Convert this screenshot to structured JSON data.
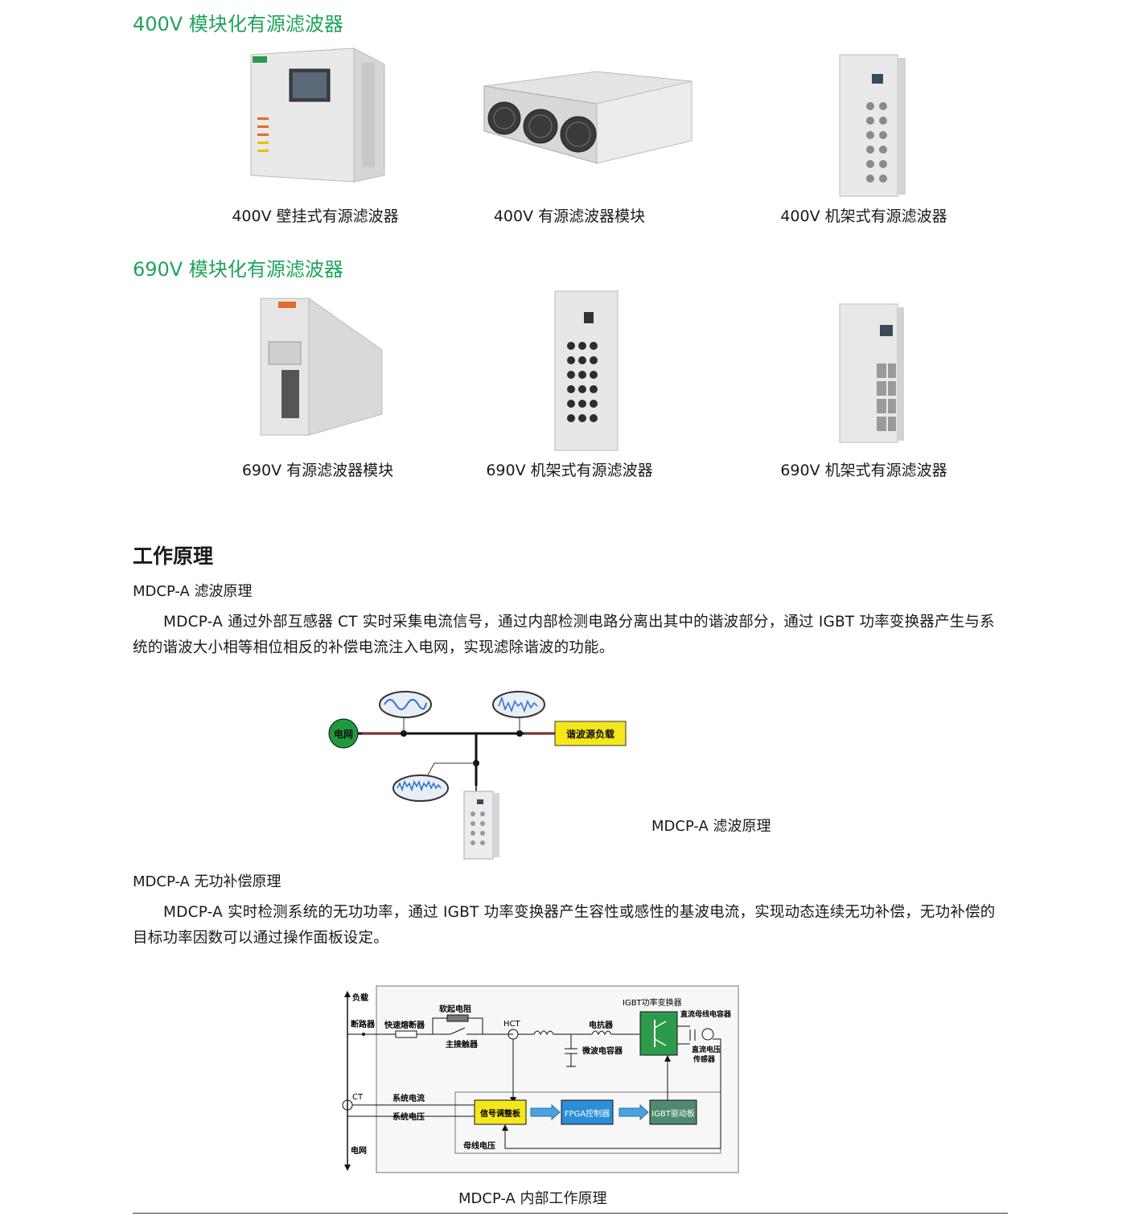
{
  "sections": {
    "v400_title": "400V 模块化有源滤波器",
    "v690_title": "690V 模块化有源滤波器"
  },
  "products_400": [
    {
      "caption": "400V 壁挂式有源滤波器"
    },
    {
      "caption": "400V 有源滤波器模块"
    },
    {
      "caption": "400V 机架式有源滤波器"
    }
  ],
  "products_690": [
    {
      "caption": "690V 有源滤波器模块"
    },
    {
      "caption": "690V 机架式有源滤波器"
    },
    {
      "caption": "690V 机架式有源滤波器"
    }
  ],
  "principle": {
    "heading": "工作原理",
    "filter_sub": "MDCP-A 滤波原理",
    "filter_text": "MDCP-A 通过外部互感器 CT 实时采集电流信号，通过内部检测电路分离出其中的谐波部分，通过 IGBT 功率变换器产生与系统的谐波大小相等相位相反的补偿电流注入电网，实现滤除谐波的功能。",
    "filter_diagram": {
      "grid": "电网",
      "load": "谐波源负载",
      "caption": "MDCP-A 滤波原理"
    },
    "reactive_sub": "MDCP-A 无功补偿原理",
    "reactive_text": "MDCP-A 实时检测系统的无功功率，通过 IGBT 功率变换器产生容性或感性的基波电流，实现动态连续无功补偿，无功补偿的目标功率因数可以通过操作面板设定。",
    "internal_diagram": {
      "load": "负载",
      "breaker": "断路器",
      "fuse": "快速熔断器",
      "soft_resistor": "软起电阻",
      "contactor": "主接触器",
      "hct": "HCT",
      "reactor": "电抗器",
      "micro_cap": "微波电容器",
      "igbt_converter": "IGBT功率变换器",
      "dc_bus_cap": "直流母线电容器",
      "dc_voltage_sensor_1": "直流电压",
      "dc_voltage_sensor_2": "传感器",
      "ct": "CT",
      "sys_current": "系统电流",
      "sys_voltage": "系统电压",
      "signal_board": "信号调整板",
      "fpga": "FPGA控制器",
      "igbt_driver": "IGBT驱动板",
      "bus_voltage": "母线电压",
      "grid": "电网",
      "caption": "MDCP-A 内部工作原理"
    }
  },
  "colors": {
    "accent_green": "#1fa35a",
    "grid_node": "#1e9a3c",
    "load_yellow": "#f6e61c",
    "fpga_blue": "#2a8fd6",
    "igbt_green": "#2c9a4a",
    "driver_green": "#4e8a6e",
    "arrow_blue": "#4aa3df"
  }
}
